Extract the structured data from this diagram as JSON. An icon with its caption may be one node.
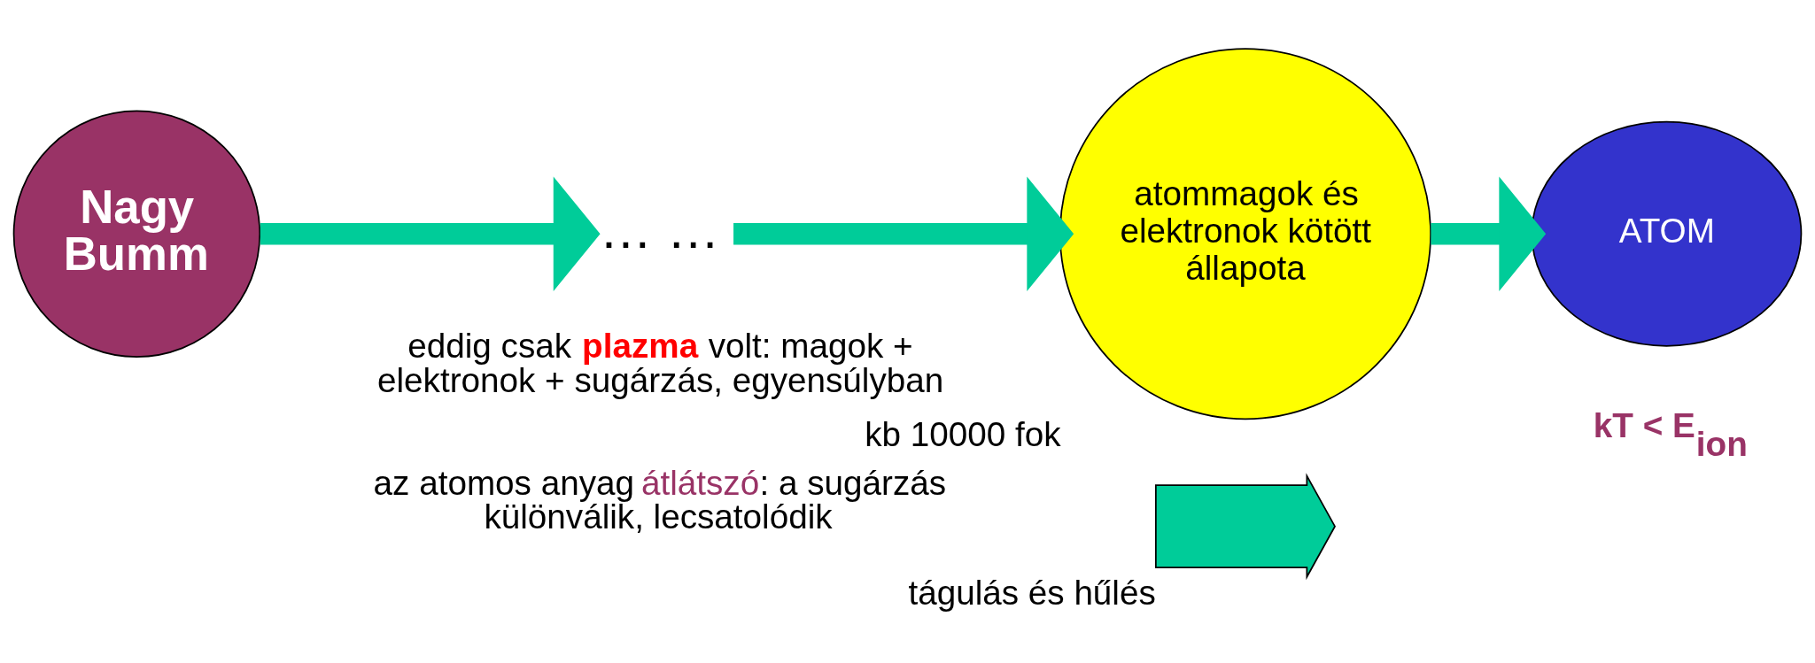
{
  "diagram": {
    "nodes": [
      {
        "text": [
          "Nagy Bumm"
        ]
      },
      {
        "text": [
          "… …"
        ]
      },
      {
        "text": [
          "atommagok és elektronok kötött állapota"
        ],
        "beside": [
          "kb 10000 fok"
        ]
      },
      {
        "text": [
          "ATOM"
        ]
      },
      {
        "text": [],
        "shape": "arrow",
        "beside": [
          "tágulás és hűlés"
        ]
      }
    ],
    "edges": [
      {
        "from": 0,
        "to": 1,
        "arrow": "to"
      },
      {
        "from": 1,
        "to": 2,
        "arrow": "to"
      },
      {
        "from": 2,
        "to": 3,
        "arrow": "to"
      }
    ],
    "labels": [
      "eddig csak **plazma** volt: magok + elektronok + sugárzás, egyensúlyban",
      "az atomos anyag *átlátszó*: a sugárzás különválik, lecsatolódik",
      "**kT < E$_{ion}$**"
    ]
  }
}
